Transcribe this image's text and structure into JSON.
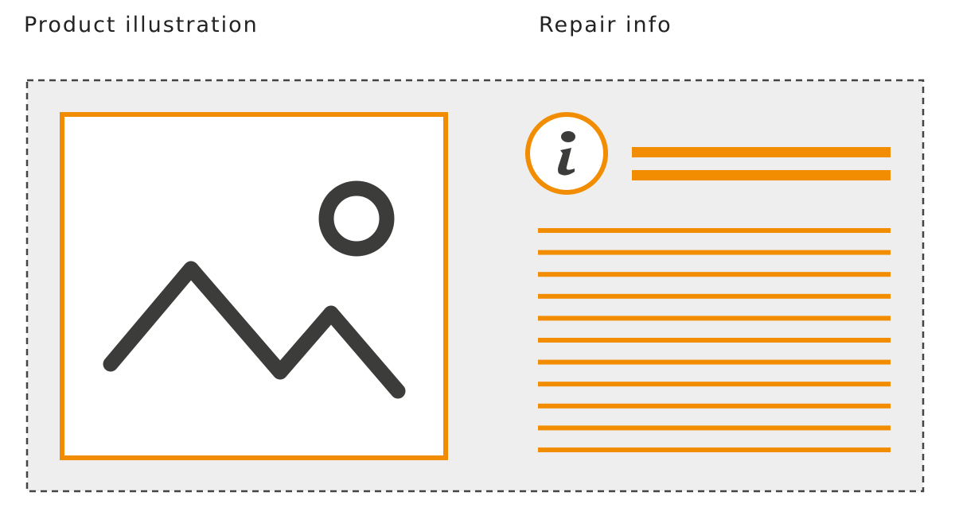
{
  "labels": {
    "left": "Product illustration",
    "right": "Repair info"
  },
  "icons": {
    "image": "image-placeholder-icon",
    "info": "info-icon"
  },
  "colors": {
    "accent": "#F28C00",
    "dark": "#3C3C3B",
    "panel": "#EEEEEE",
    "border": "#444444"
  },
  "text_placeholder_lines": 11,
  "heading_placeholder_lines": 2
}
